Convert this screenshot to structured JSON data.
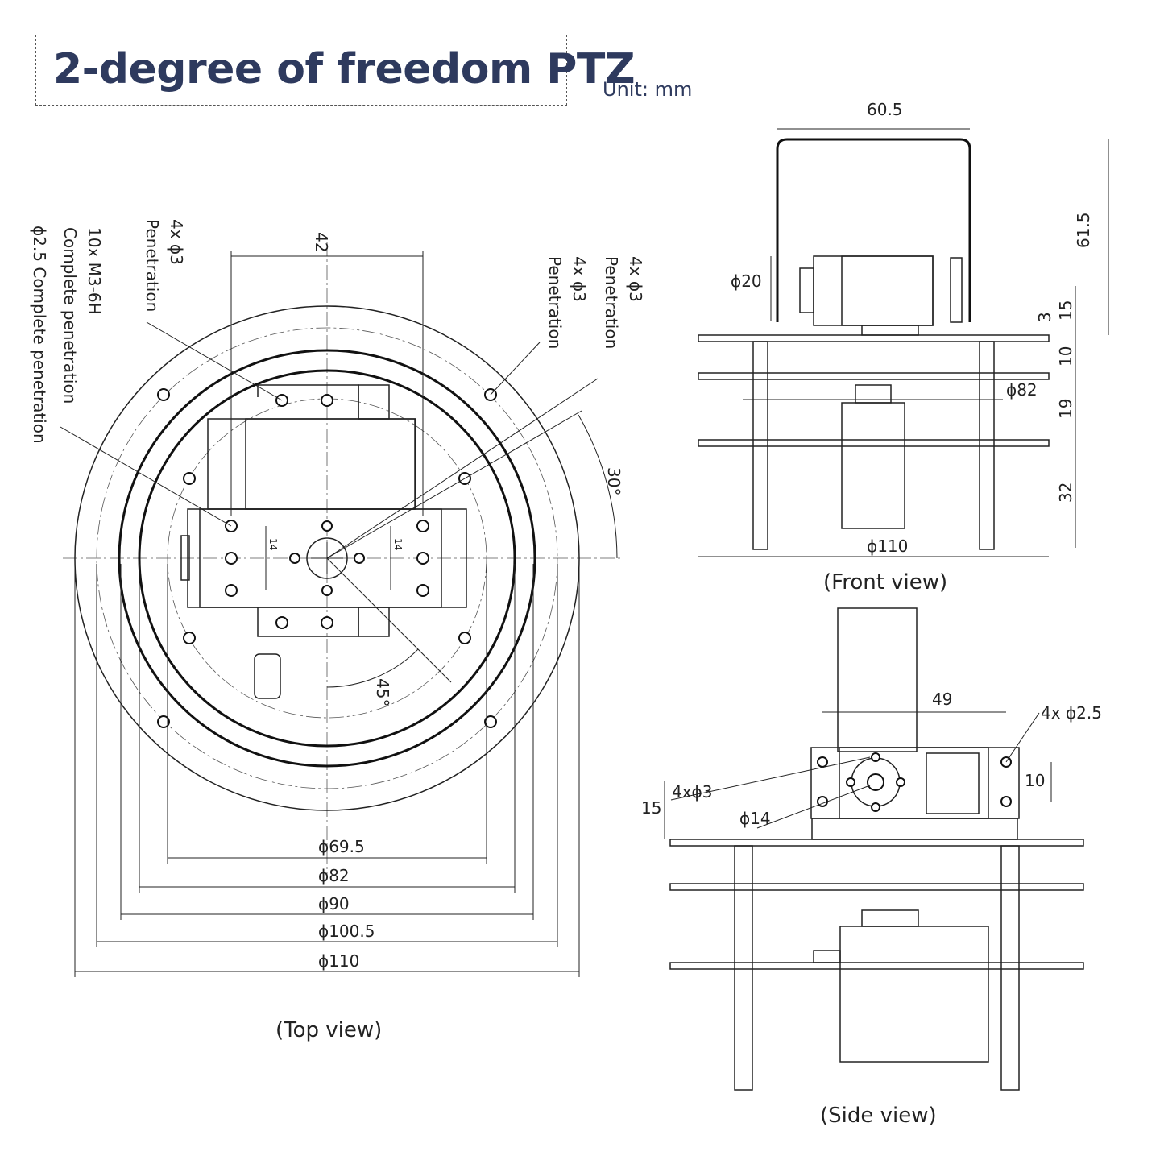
{
  "title": "2-degree of freedom PTZ",
  "unit": "Unit: mm",
  "captions": {
    "top": "(Top view)",
    "front": "(Front view)",
    "side": "(Side view)"
  },
  "top_view": {
    "notes": {
      "m3": "10x M3-6H",
      "m3_b": "Complete penetration",
      "phi25": "ϕ2.5 Complete penetration",
      "pen1_a": "4x ϕ3",
      "pen1_b": "Penetration",
      "pen2_a": "4x ϕ3",
      "pen2_b": "Penetration",
      "pen3_a": "4x ϕ3",
      "pen3_b": "Penetration"
    },
    "dims": {
      "width42": "42",
      "angle30": "30°",
      "angle45": "45°",
      "d695": "ϕ69.5",
      "d82": "ϕ82",
      "d90": "ϕ90",
      "d1005": "ϕ100.5",
      "d110": "ϕ110",
      "small14a": "14",
      "small14b": "14"
    }
  },
  "front_view": {
    "dims": {
      "w605": "60.5",
      "h615": "61.5",
      "d20": "ϕ20",
      "h3": "3",
      "h15": "15",
      "h10": "10",
      "d82": "ϕ82",
      "h19": "19",
      "h32": "32",
      "d110": "ϕ110"
    }
  },
  "side_view": {
    "dims": {
      "w49": "49",
      "holes25": "4x ϕ2.5",
      "h10": "10",
      "h15": "15",
      "holes3": "4xϕ3",
      "d14": "ϕ14"
    }
  }
}
